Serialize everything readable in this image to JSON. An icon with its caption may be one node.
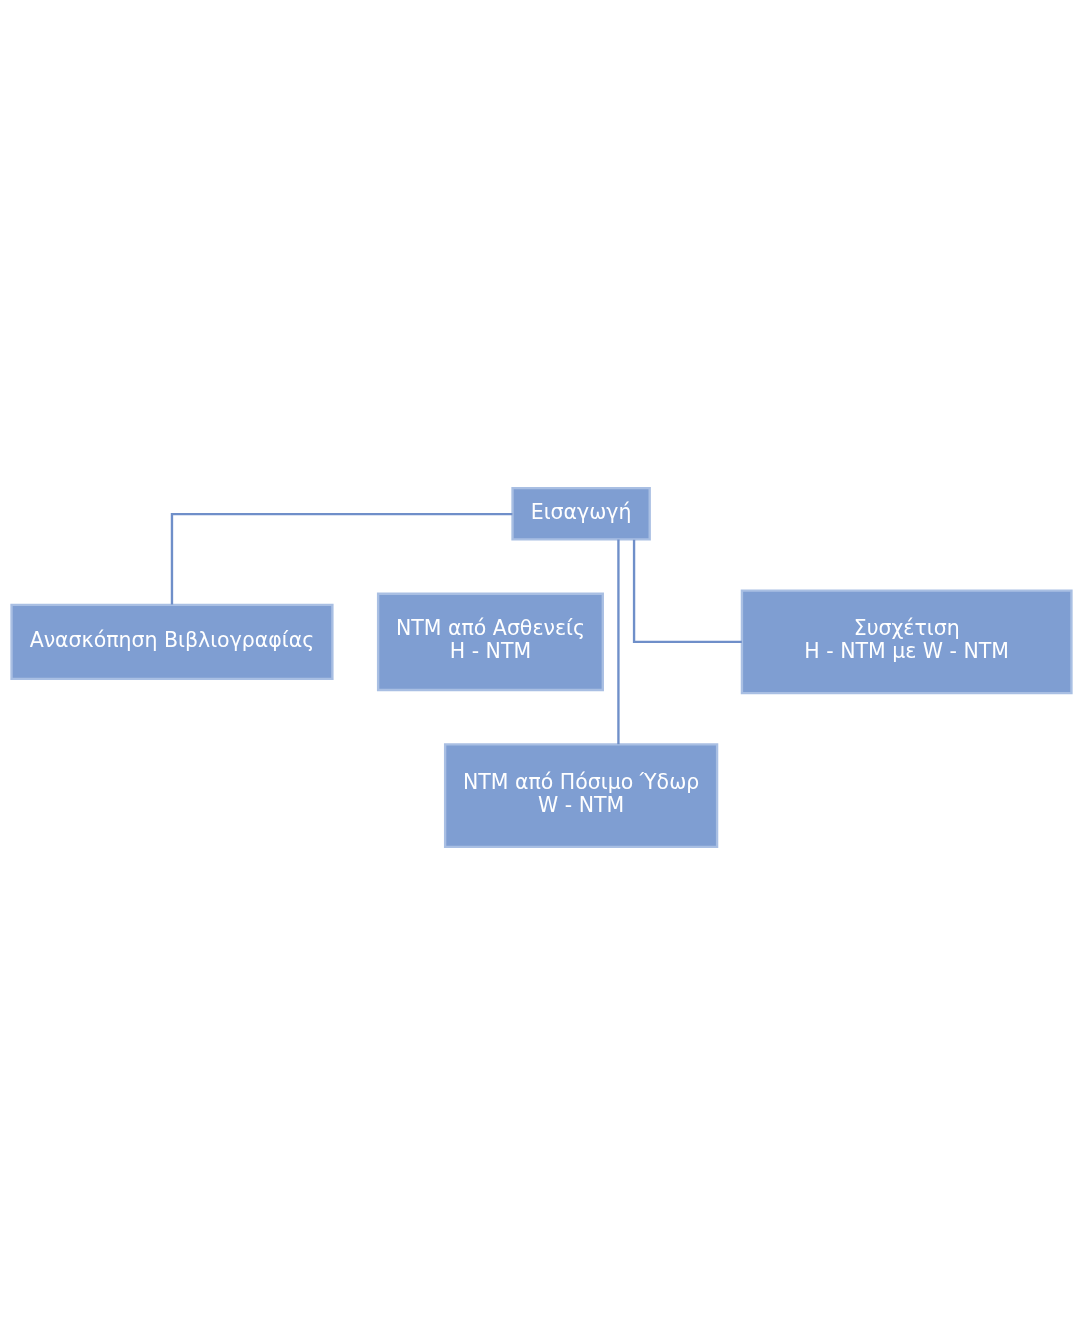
{
  "diagram": {
    "nodes": [
      {
        "text": [
          "Εισαγωγή"
        ]
      },
      {
        "text": [
          "Ανασκόπηση Βιβλιογραφίας"
        ]
      },
      {
        "text": [
          "NTM από Ασθενείς",
          "H - NTM"
        ]
      },
      {
        "text": [
          "NTM από Πόσιμο Ύδωρ",
          "W - NTM"
        ]
      },
      {
        "text": [
          "Συσχέτιση",
          "H - NTM με W - NTM"
        ]
      }
    ],
    "edges": [
      {
        "from": 0,
        "to": 1,
        "arrow": "none"
      },
      {
        "from": 0,
        "to": 3,
        "arrow": "none"
      },
      {
        "from": 0,
        "to": 4,
        "arrow": "none"
      }
    ]
  }
}
